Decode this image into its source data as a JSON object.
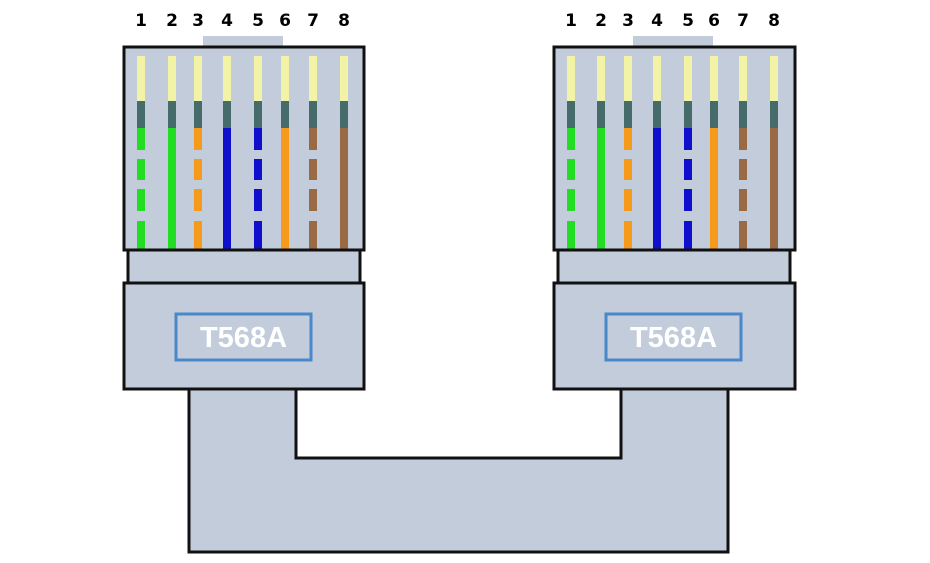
{
  "colors": {
    "housing_fill": "#c2ccdb",
    "outline": "#111111",
    "label_border": "#4a89c9",
    "contact_gold": "#f3f3a8",
    "contact_dark": "#456b6a",
    "wire_white": "#c2ccdb"
  },
  "pin_numbers": [
    "1",
    "2",
    "3",
    "4",
    "5",
    "6",
    "7",
    "8"
  ],
  "wires": [
    {
      "pin": "1",
      "color": "#22dd22",
      "striped": true,
      "icon": "green-white-wire"
    },
    {
      "pin": "2",
      "color": "#22dd22",
      "striped": false,
      "icon": "green-wire"
    },
    {
      "pin": "3",
      "color": "#f59a1a",
      "striped": true,
      "icon": "orange-white-wire"
    },
    {
      "pin": "4",
      "color": "#1010cc",
      "striped": false,
      "icon": "blue-wire"
    },
    {
      "pin": "5",
      "color": "#1010cc",
      "striped": true,
      "icon": "blue-white-wire"
    },
    {
      "pin": "6",
      "color": "#f59a1a",
      "striped": false,
      "icon": "orange-wire"
    },
    {
      "pin": "7",
      "color": "#9a6a44",
      "striped": true,
      "icon": "brown-white-wire"
    },
    {
      "pin": "8",
      "color": "#9a6a44",
      "striped": false,
      "icon": "brown-wire"
    }
  ],
  "connectors": [
    {
      "id": "left",
      "standard": "T568A"
    },
    {
      "id": "right",
      "standard": "T568A"
    }
  ]
}
